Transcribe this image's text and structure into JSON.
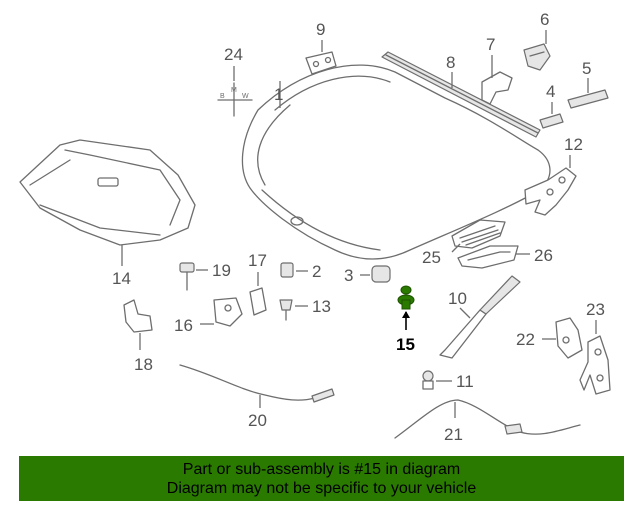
{
  "callouts": {
    "c1": "1",
    "c2": "2",
    "c3": "3",
    "c4": "4",
    "c5": "5",
    "c6": "6",
    "c7": "7",
    "c8": "8",
    "c9": "9",
    "c10": "10",
    "c11": "11",
    "c12": "12",
    "c13": "13",
    "c14": "14",
    "c15": "15",
    "c16": "16",
    "c17": "17",
    "c18": "18",
    "c19": "19",
    "c20": "20",
    "c21": "21",
    "c22": "22",
    "c23": "23",
    "c24": "24",
    "c25": "25",
    "c26": "26"
  },
  "highlighted_part": "15",
  "emblem": {
    "b": "B",
    "m": "M",
    "w": "W"
  },
  "banner": {
    "line1": "Part or sub-assembly is #15 in diagram",
    "line2": "Diagram may not be specific to your vehicle"
  },
  "colors": {
    "banner_bg": "#2b7a00",
    "highlight_part": "#2b7a00",
    "line": "#6e6e6e"
  }
}
